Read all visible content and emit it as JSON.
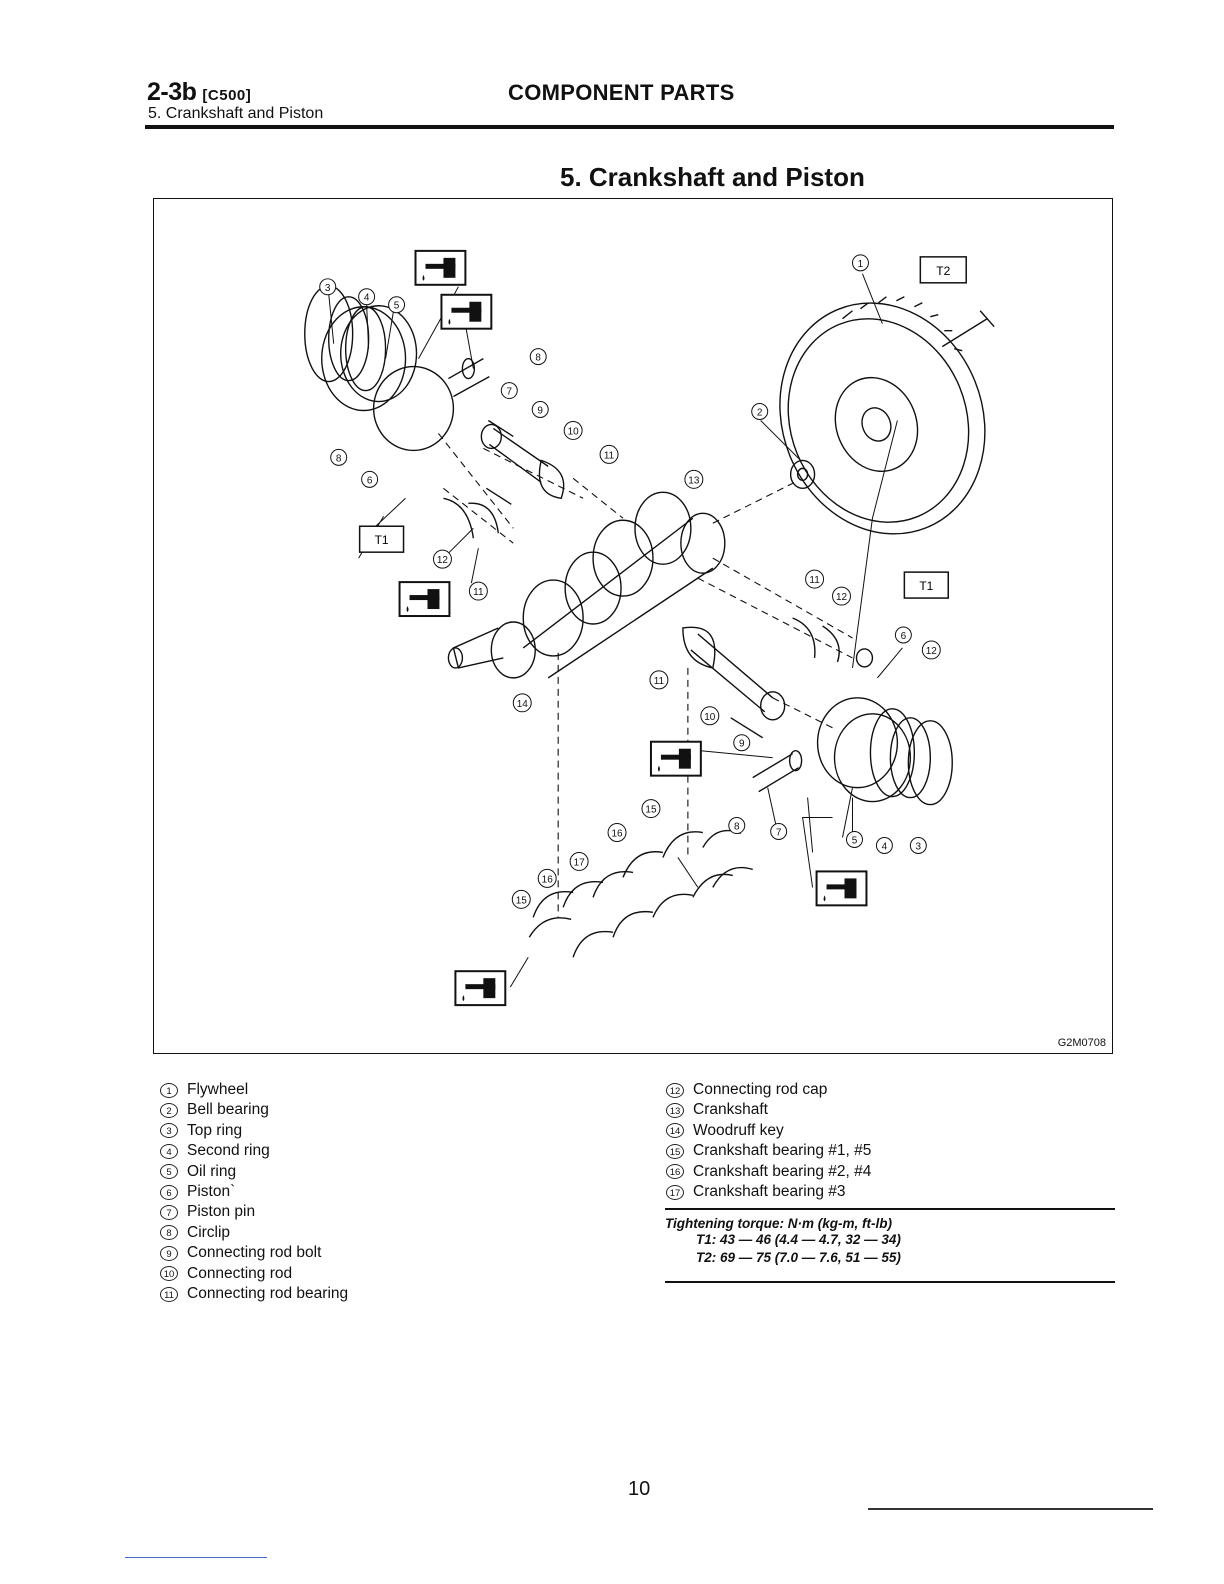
{
  "header": {
    "section_number": "2-3b",
    "section_code": "[C500]",
    "subsection": "5. Crankshaft and Piston",
    "section_title": "COMPONENT PARTS"
  },
  "page_title": "5. Crankshaft and Piston",
  "figure": {
    "code": "G2M0708",
    "torque_tags": [
      "T1",
      "T2"
    ],
    "callouts": [
      "1",
      "2",
      "3",
      "4",
      "5",
      "6",
      "7",
      "8",
      "9",
      "10",
      "11",
      "12",
      "13",
      "14",
      "15",
      "16",
      "17"
    ],
    "icon": "oil-application-icon"
  },
  "legend": {
    "left": [
      {
        "num": "1",
        "label": "Flywheel"
      },
      {
        "num": "2",
        "label": "Bell bearing"
      },
      {
        "num": "3",
        "label": "Top ring"
      },
      {
        "num": "4",
        "label": "Second ring"
      },
      {
        "num": "5",
        "label": "Oil ring"
      },
      {
        "num": "6",
        "label": "Piston`"
      },
      {
        "num": "7",
        "label": "Piston pin"
      },
      {
        "num": "8",
        "label": "Circlip"
      },
      {
        "num": "9",
        "label": "Connecting rod bolt"
      },
      {
        "num": "10",
        "label": "Connecting rod"
      },
      {
        "num": "11",
        "label": "Connecting rod bearing"
      }
    ],
    "right": [
      {
        "num": "12",
        "label": "Connecting rod cap"
      },
      {
        "num": "13",
        "label": "Crankshaft"
      },
      {
        "num": "14",
        "label": "Woodruff key"
      },
      {
        "num": "15",
        "label": "Crankshaft bearing #1, #5"
      },
      {
        "num": "16",
        "label": "Crankshaft bearing #2, #4"
      },
      {
        "num": "17",
        "label": "Crankshaft bearing #3"
      }
    ]
  },
  "torque": {
    "heading": "Tightening torque: N·m (kg-m, ft-lb)",
    "t1": "T1: 43 — 46 (4.4 — 4.7, 32 — 34)",
    "t2": "T2: 69 — 75 (7.0 — 7.6, 51 — 55)"
  },
  "page_number": "10"
}
